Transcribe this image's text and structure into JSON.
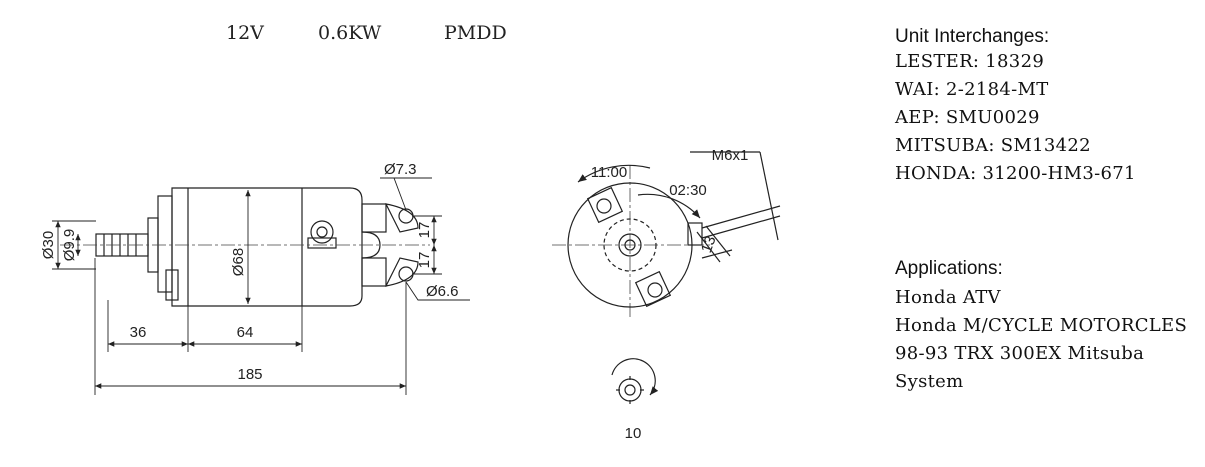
{
  "specs": {
    "voltage": "12V",
    "power": "0.6KW",
    "type": "PMDD"
  },
  "dimensions": {
    "d_pinion_outer": "Ø30",
    "d_pinion_inner": "Ø9.9",
    "d_body": "Ø68",
    "d_hole_top": "Ø7.3",
    "d_hole_bottom": "Ø6.6",
    "offset_top": "17",
    "offset_bottom": "17",
    "len_pinion": "36",
    "len_body": "64",
    "len_total": "185",
    "angle_top": "11:00",
    "angle_right": "02:30",
    "thread": "M6x1",
    "terminal": "13",
    "spline_label": "10"
  },
  "interchanges": {
    "heading": "Unit Interchanges:",
    "items": [
      "LESTER: 18329",
      "WAI: 2-2184-MT",
      "AEP: SMU0029",
      "MITSUBA: SM13422",
      "HONDA: 31200-HM3-671"
    ]
  },
  "applications": {
    "heading": "Applications:",
    "items": [
      "Honda ATV",
      "Honda M/CYCLE MOTORCLES",
      "98-93 TRX 300EX Mitsuba",
      "System"
    ]
  }
}
